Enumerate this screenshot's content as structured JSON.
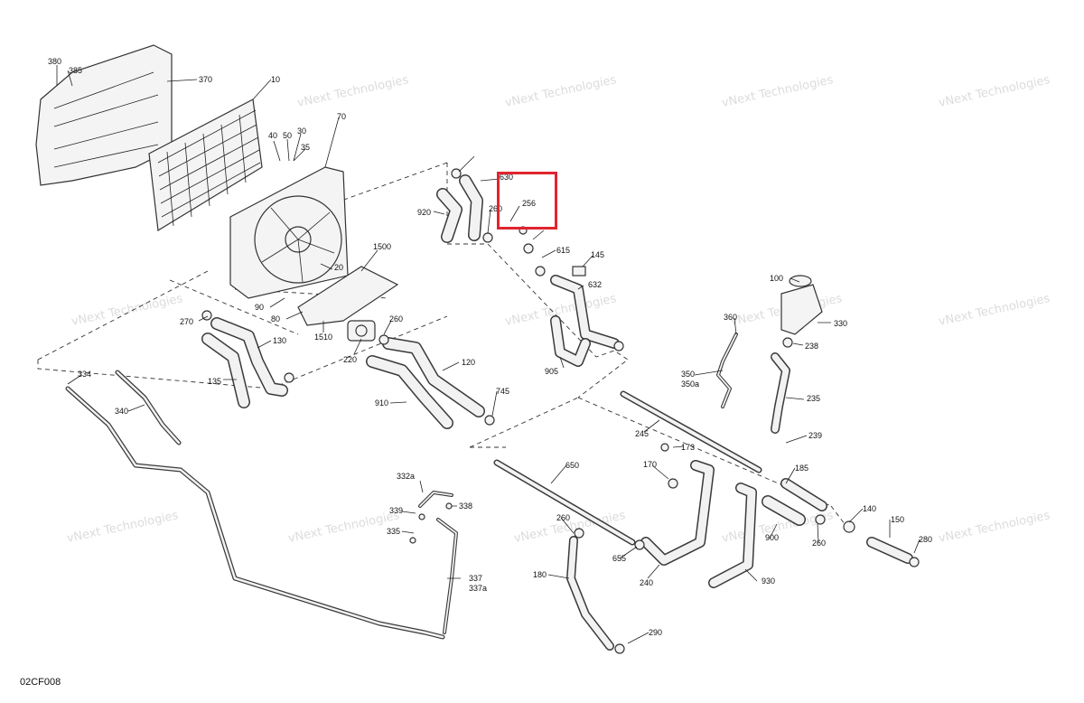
{
  "diagram": {
    "reference_code": "02CF008",
    "watermark_text": "vNext Technologies",
    "highlight_color": "#e0252f",
    "callouts": [
      "380",
      "385",
      "370",
      "10",
      "40",
      "50",
      "30",
      "35",
      "70",
      "20",
      "1500",
      "90",
      "80",
      "1510",
      "270",
      "130",
      "135",
      "220",
      "260",
      "910",
      "120",
      "745",
      "334",
      "340",
      "920",
      "630",
      "256",
      "260",
      "615",
      "145",
      "632",
      "905",
      "100",
      "360",
      "330",
      "238",
      "350",
      "350a",
      "235",
      "239",
      "245",
      "173",
      "170",
      "185",
      "140",
      "150",
      "280",
      "650",
      "260",
      "655",
      "240",
      "900",
      "930",
      "260",
      "180",
      "290",
      "332a",
      "338",
      "339",
      "335",
      "337",
      "337a"
    ]
  }
}
